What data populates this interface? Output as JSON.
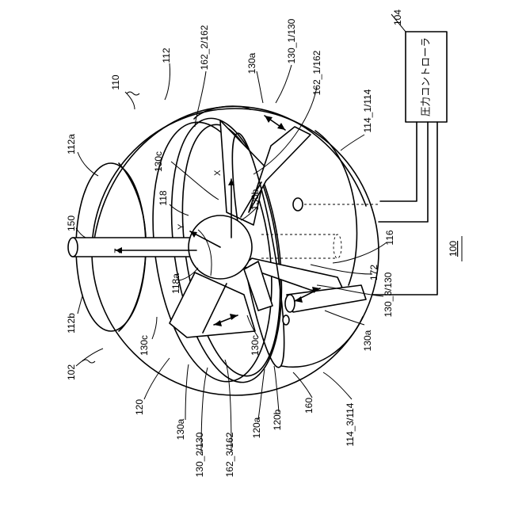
{
  "controller": {
    "label": "圧力コントローラ",
    "ref": "104"
  },
  "figure_ref": "100",
  "axes": {
    "x": "X",
    "y": "Y",
    "z": "Z"
  },
  "labels": {
    "l110": "110",
    "l112": "112",
    "l112a": "112a",
    "l112b": "112b",
    "l162_2": "162_2/162",
    "l130a_top": "130a",
    "l130_1": "130_1/130",
    "l162_1": "162_1/162",
    "l114_1": "114_1/114",
    "l130c_top": "130c",
    "l118": "118",
    "l130b": "130b",
    "l150": "150",
    "l116": "116",
    "l172": "172",
    "l118a": "118a",
    "l130_3": "130_3/130",
    "l130a_right": "130a",
    "l130c_bl": "130c",
    "l130c_bm": "130c",
    "l102": "102",
    "l120": "120",
    "l130a_bottom": "130a",
    "l130_2": "130_2/130",
    "l162_3": "162_3/162",
    "l120a": "120a",
    "l120b": "120b",
    "l160": "160",
    "l114_3": "114_3/114"
  }
}
